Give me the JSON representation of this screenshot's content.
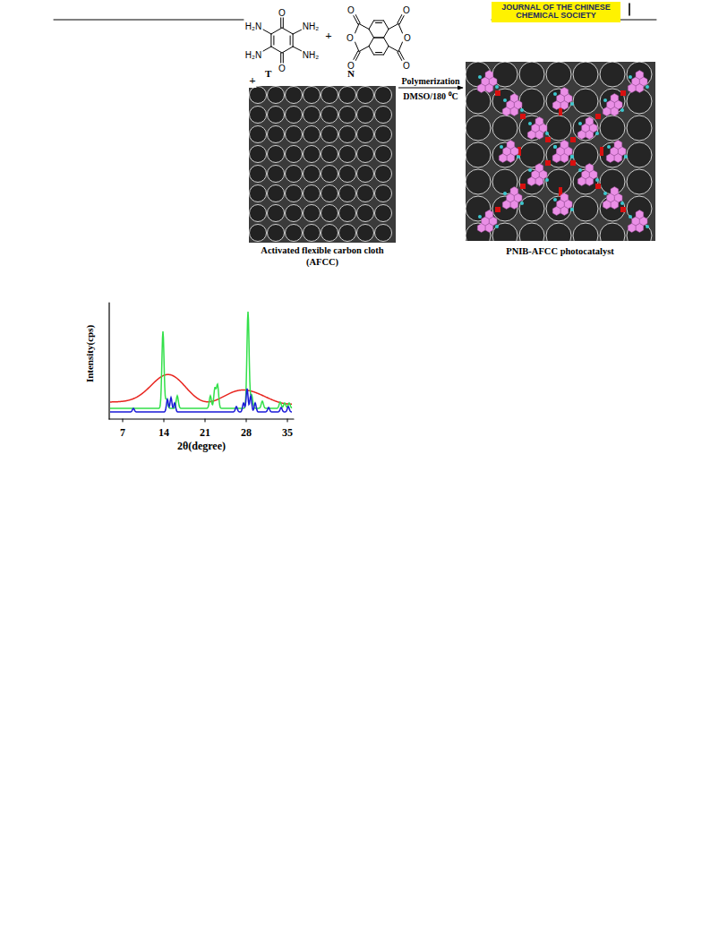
{
  "diagram": {
    "nodes": [
      {
        "text": [
          "JOURNAL OF THE CHINESE CHEMICAL SOCIETY"
        ]
      },
      {
        "text": [
          "T"
        ]
      },
      {
        "text": [
          "N"
        ]
      },
      {
        "text": [
          "Activated flexible carbon cloth (AFCC)"
        ]
      },
      {
        "text": [
          "PNIB-AFCC photocatalyst"
        ]
      }
    ],
    "edges": [
      {
        "from": 3,
        "to": 4,
        "arrow": "to",
        "label": "Polymerization"
      }
    ],
    "labels": [
      "O",
      "H₂N",
      "NH₂",
      "H₂N",
      "NH₂",
      "O",
      "+",
      "O",
      "O",
      "O",
      "O",
      "O",
      "O",
      "+",
      "DMSO/180 ⁰C",
      "Intensity(cps)",
      "7",
      "14",
      "21",
      "28",
      "35",
      "2θ(degree)"
    ]
  }
}
